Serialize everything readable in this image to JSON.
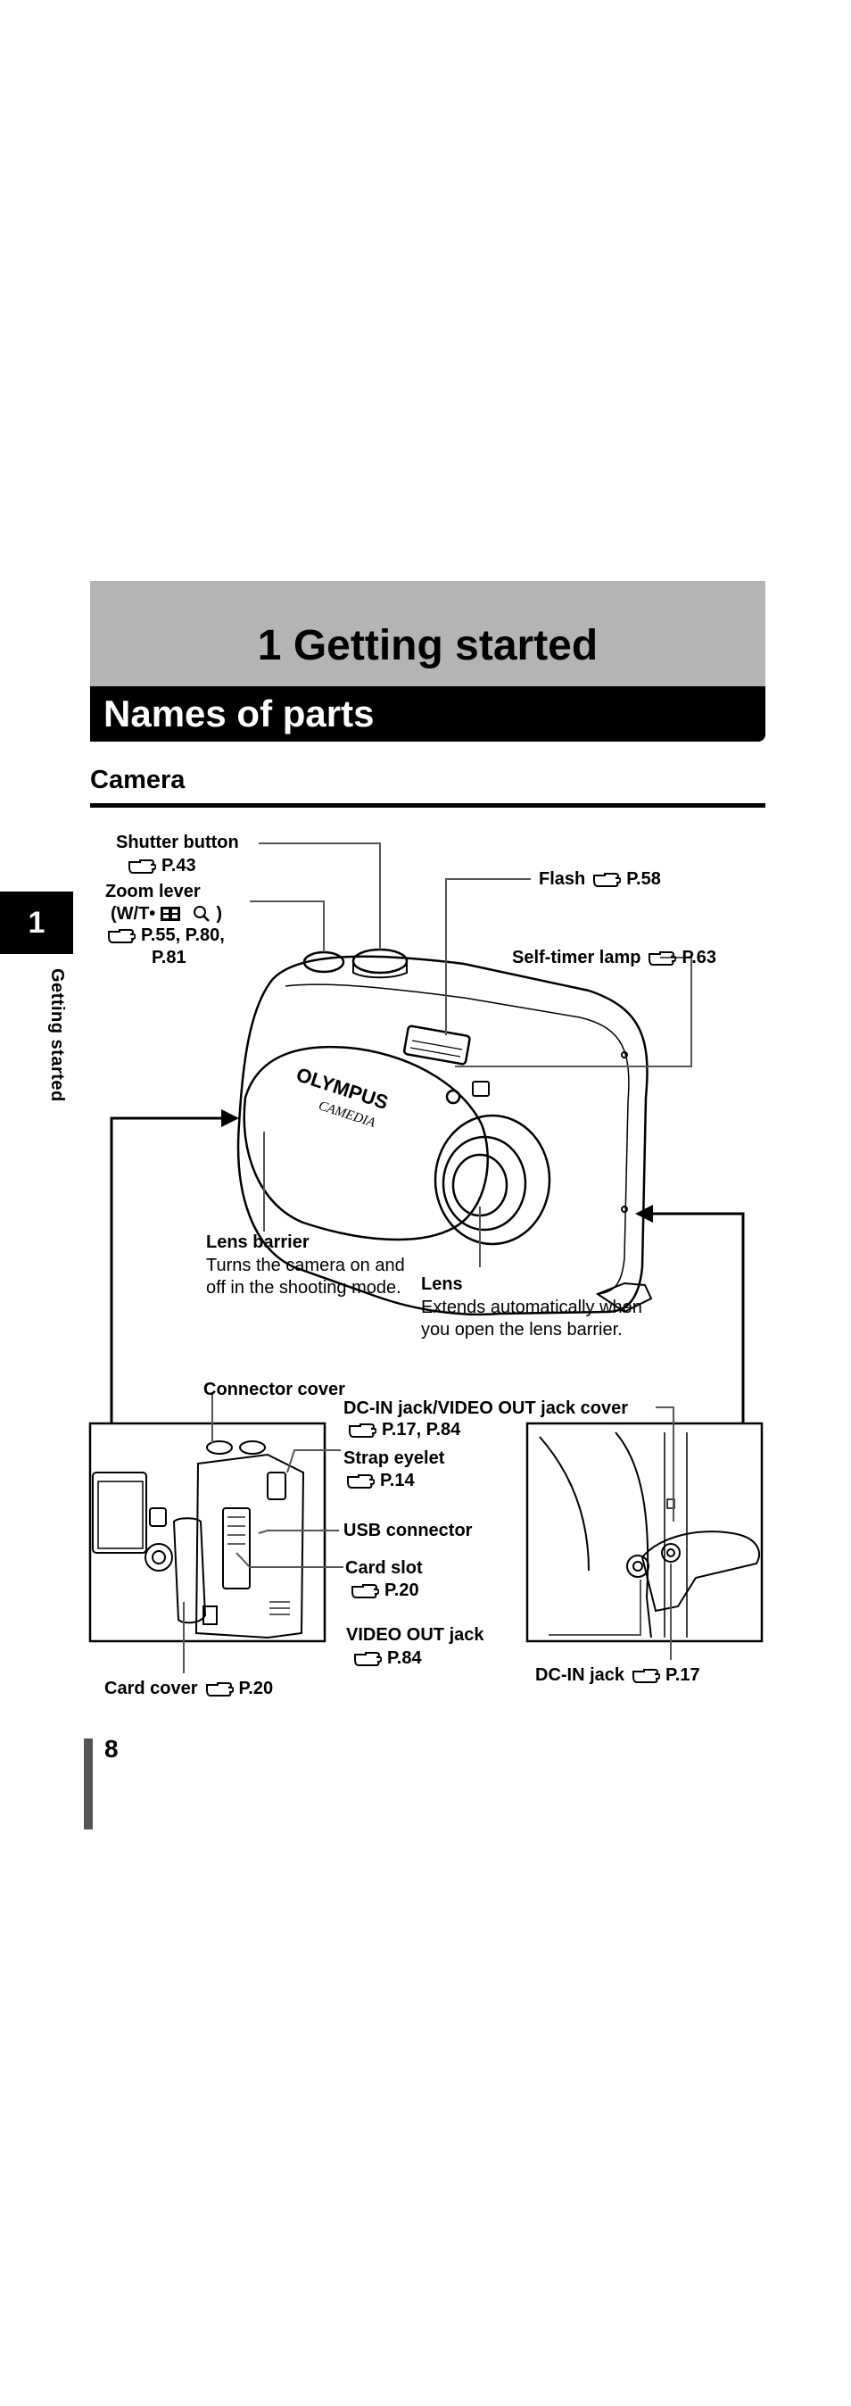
{
  "chapter": {
    "title": "1 Getting started",
    "side_number": "1",
    "side_label": "Getting started"
  },
  "section": {
    "title": "Names of parts",
    "subheading": "Camera"
  },
  "callouts": {
    "shutter_button": {
      "label": "Shutter button",
      "ref": "P.43"
    },
    "zoom_lever": {
      "label": "Zoom lever",
      "sub": "(W/T•",
      "sub_end": ")",
      "ref": "P.55, P.80,",
      "ref2": "P.81"
    },
    "flash": {
      "label": "Flash",
      "ref": "P.58"
    },
    "self_timer": {
      "label": "Self-timer lamp",
      "ref": "P.63"
    },
    "lens_barrier": {
      "label": "Lens barrier",
      "desc": "Turns the camera on and off in the shooting mode."
    },
    "lens": {
      "label": "Lens",
      "desc": "Extends automatically when you open the lens barrier."
    },
    "connector_cover": {
      "label": "Connector cover"
    },
    "dc_video_cover": {
      "label": "DC-IN jack/VIDEO OUT jack cover",
      "ref": "P.17, P.84"
    },
    "strap_eyelet": {
      "label": "Strap eyelet",
      "ref": "P.14"
    },
    "usb_connector": {
      "label": "USB connector"
    },
    "card_slot": {
      "label": "Card slot",
      "ref": "P.20"
    },
    "video_out": {
      "label": "VIDEO OUT jack",
      "ref": "P.84"
    },
    "card_cover": {
      "label": "Card cover",
      "ref": "P.20"
    },
    "dc_in": {
      "label": "DC-IN jack",
      "ref": "P.17"
    }
  },
  "camera_logo": {
    "brand": "OLYMPUS",
    "model": "CAMEDIA"
  },
  "page": {
    "number": "8"
  },
  "icons": {
    "reference": "pointing-hand-icon",
    "zoom_wide": "grid-icon",
    "zoom_tele": "magnifier-icon"
  }
}
